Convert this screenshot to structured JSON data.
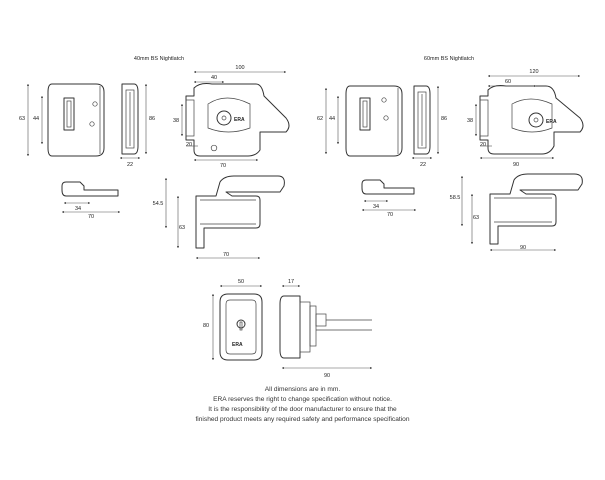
{
  "titles": {
    "left": "40mm BS Nightlatch",
    "right": "60mm BS Nightlatch"
  },
  "dimensions": {
    "left": {
      "plate_height": "63",
      "plate_inner": "44",
      "box_height": "86",
      "box_depth": "22",
      "case_width": "100",
      "backset": "40",
      "case_height": "38",
      "cylinder_offset": "20",
      "case_base": "70",
      "staple_depth": "34",
      "staple_length": "70",
      "side_height": "54.5",
      "side_body": "63",
      "side_length": "70"
    },
    "right": {
      "plate_height": "62",
      "plate_inner": "44",
      "box_height": "86",
      "box_depth": "22",
      "case_width": "120",
      "backset": "60",
      "case_height": "38",
      "cylinder_offset": "20",
      "case_base": "90",
      "staple_depth": "34",
      "staple_length": "70",
      "side_height": "58.5",
      "side_body": "63",
      "side_length": "90"
    },
    "cylinder": {
      "width": "50",
      "depth": "17",
      "height": "80",
      "length": "90"
    }
  },
  "brand": "ERA",
  "notes": [
    "All dimensions are in mm.",
    "ERA reserves the right to change specification without notice.",
    "It is the responsibility of the door manufacturer to ensure that the",
    "finished product meets any required safety and performance specification"
  ]
}
